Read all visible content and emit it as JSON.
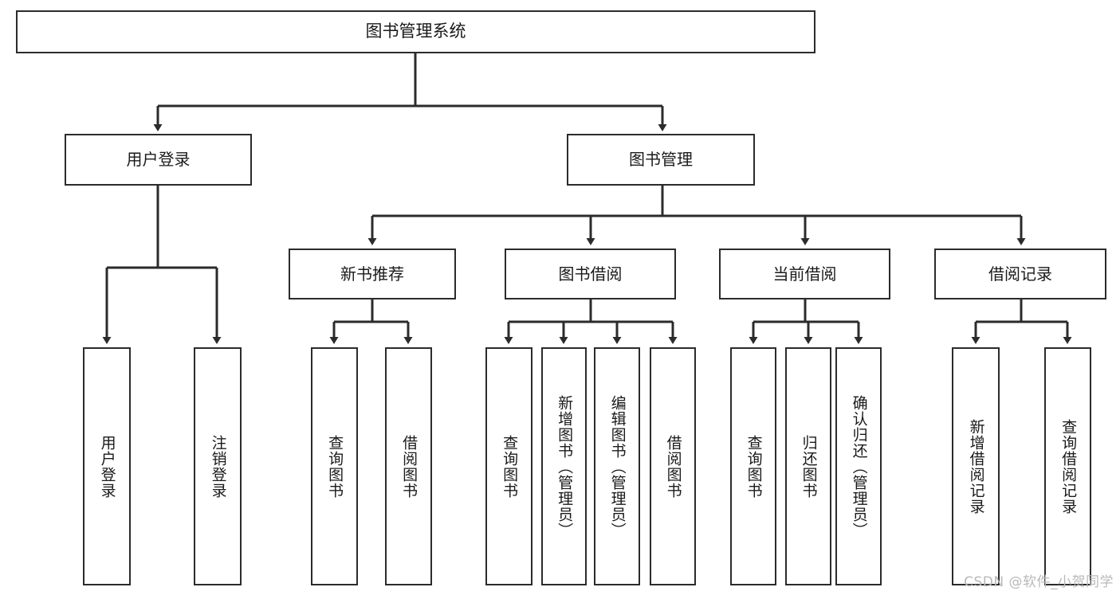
{
  "diagram": {
    "type": "hierarchy-tree",
    "title": "图书管理系统",
    "root": {
      "label": "图书管理系统"
    },
    "level2": [
      {
        "label": "用户登录"
      },
      {
        "label": "图书管理"
      }
    ],
    "level3": [
      {
        "label": "新书推荐"
      },
      {
        "label": "图书借阅"
      },
      {
        "label": "当前借阅"
      },
      {
        "label": "借阅记录"
      }
    ],
    "leaves": [
      {
        "label": "用户登录"
      },
      {
        "label": "注销登录"
      },
      {
        "label": "查询图书"
      },
      {
        "label": "借阅图书"
      },
      {
        "label": "查询图书"
      },
      {
        "label": "新增图书（管理员）"
      },
      {
        "label": "编辑图书（管理员）"
      },
      {
        "label": "借阅图书"
      },
      {
        "label": "查询图书"
      },
      {
        "label": "归还图书"
      },
      {
        "label": "确认归还（管理员）"
      },
      {
        "label": "新增借阅记录"
      },
      {
        "label": "查询借阅记录"
      }
    ],
    "watermark": "CSDN @软件_小贺同学",
    "colors": {
      "stroke": "#2b2b2b",
      "fill": "#ffffff",
      "text": "#1a1a1a",
      "watermark": "#b9b9b9"
    }
  }
}
